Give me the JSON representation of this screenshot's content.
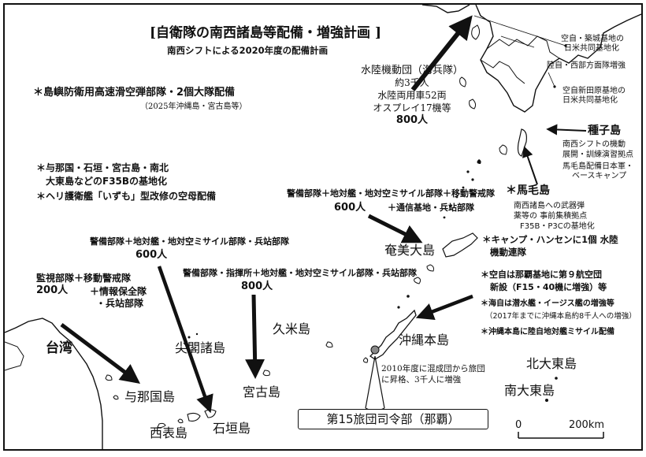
{
  "title": "[自衛隊の南西諸島等配備・増強計画 ]",
  "subtitle": "南西シフトによる2020年度の配備計画",
  "places": {
    "taiwan": "台湾",
    "yonaguni": "与那国島",
    "iriomote": "西表島",
    "ishigaki": "石垣島",
    "senkaku": "尖閣諸島",
    "miyako": "宮古島",
    "kume": "久米島",
    "okinawa": "沖縄本島",
    "amami": "奄美大島",
    "kitadaito": "北大東島",
    "minamidaito": "南大東島",
    "tanegashima": "種子島",
    "mageshima": "＊馬毛島"
  },
  "notes": {
    "hsgv": [
      "＊島嶼防衛用高速滑空弾部隊・2個大隊配備",
      "（2025年沖縄島・宮古島等）"
    ],
    "f35b": [
      "＊与那国・石垣・宮古島・南北",
      "大東島などのF35Bの基地化"
    ],
    "izumo": "＊ヘリ護衛艦「いずも」型改修の空母配備",
    "amphibious": [
      "水陸機動団（海兵隊）",
      "約3千人",
      "水陸両用車52両",
      "オスプレイ17機等",
      "800人"
    ],
    "nw_kyushu": [
      "空自・築城基地の",
      "日米共同基地化"
    ],
    "seibu": "陸自・西部方面隊増強",
    "nyutabaru": [
      "空自新田原基地の",
      "日米共同基地化"
    ],
    "tanegashima_detail": [
      "南西シフトの機動",
      "展開・訓練演習拠点",
      "馬毛島配備日本軍・",
      "ベースキャンプ"
    ],
    "mageshima_detail": [
      "南西諸島への武器弾",
      "薬等の 事前集積拠点",
      "F35B・P3Cの基地化"
    ],
    "amami_units": [
      "警備部隊＋地対艦・地対空ミサイル部隊＋移動警戒隊",
      "600人",
      "＋通信基地・兵站部隊"
    ],
    "ishigaki_units": [
      "警備部隊＋地対艦・地対空ミサイル部隊・兵站部隊",
      "600人"
    ],
    "miyako_units": [
      "警備部隊・指揮所＋地対艦・地対空ミサイル部隊・兵站部隊",
      "800人"
    ],
    "yonaguni_units": [
      "監視部隊＋移動警戒隊",
      "200人",
      "＋情報保全隊",
      "・兵站部隊"
    ],
    "hansen": [
      "＊キャンプ・ハンセンに1個 水陸",
      "機動連隊"
    ],
    "naha_air": [
      "＊空自は那覇基地に第９航空団",
      "新設（F15・40機に増強）等"
    ],
    "navy": [
      "＊海自は潜水艦・イージス艦の増強等",
      "（2017年までに沖縄本島約8千人への増強）"
    ],
    "ssm_okinawa": "＊沖縄本島に陸自地対艦ミサイル配備",
    "brigade": [
      "2010年度に混成団から旅団",
      "に昇格、3千人に増強"
    ]
  },
  "hq_label": "第15旅団司令部（那覇）",
  "scale": {
    "zero": "0",
    "max": "200km"
  }
}
